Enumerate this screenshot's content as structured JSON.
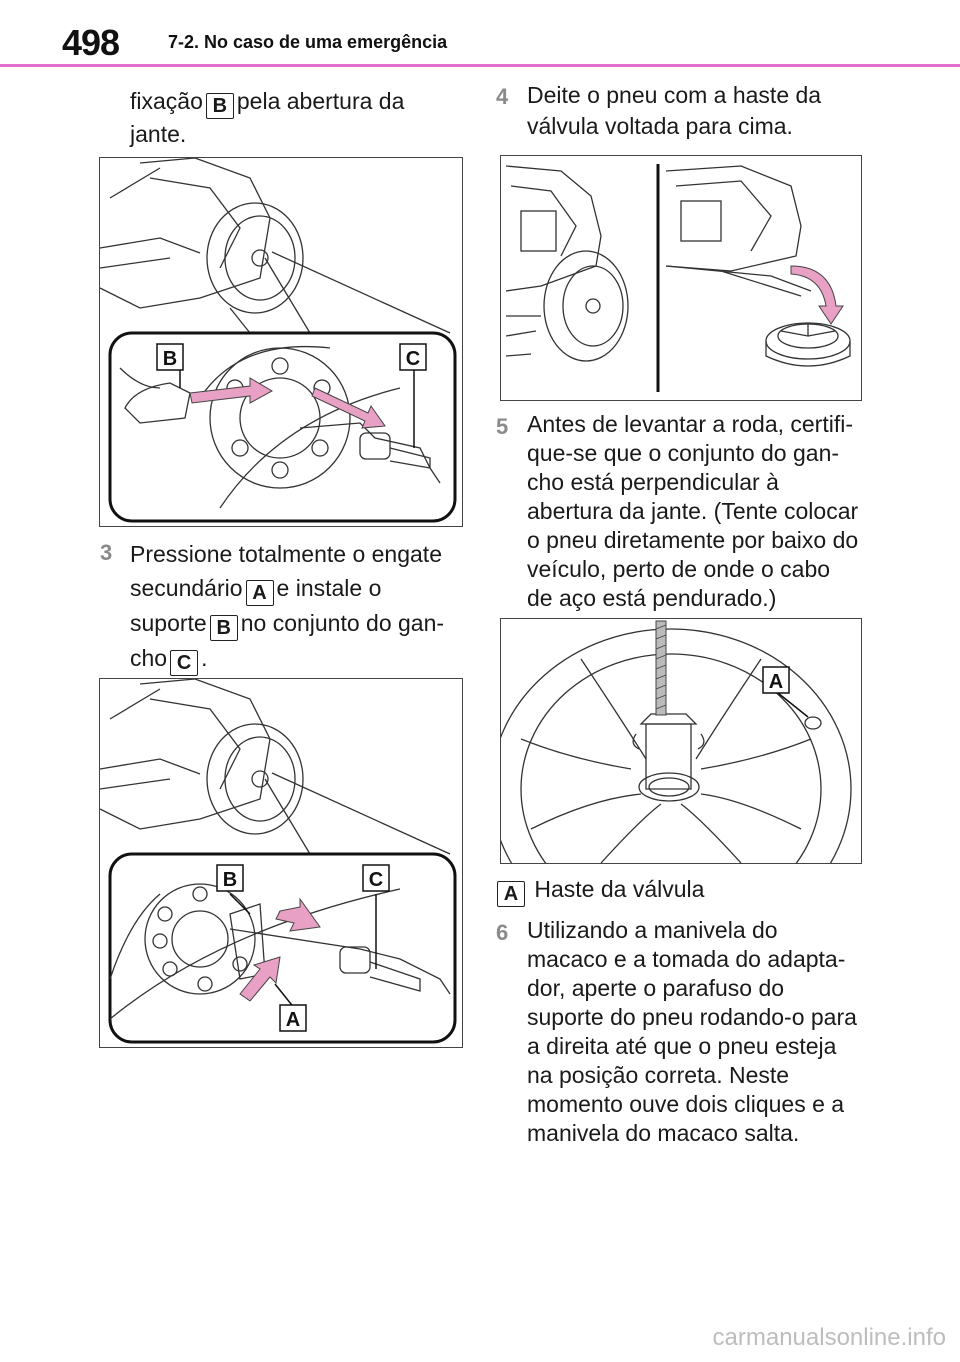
{
  "header": {
    "page_number": "498",
    "section_title": "7-2. No caso de uma emergência",
    "accent_color": "#e46fcf"
  },
  "left": {
    "intro": {
      "text_before": "fixação",
      "badge": "B",
      "text_after": "pela abertura da",
      "line2": "jante."
    },
    "figure1": {
      "label_b": "B",
      "label_c": "C"
    },
    "step3": {
      "number": "3",
      "line1": "Pressione totalmente o engate",
      "line2_before": "secundário",
      "line2_badge": "A",
      "line2_after": "e instale o",
      "line3_before": "suporte",
      "line3_badge": "B",
      "line3_after": "no conjunto do gan-",
      "line4_before": "cho",
      "line4_badge": "C",
      "line4_after": "."
    },
    "figure2": {
      "label_a": "A",
      "label_b": "B",
      "label_c": "C"
    }
  },
  "right": {
    "step4": {
      "number": "4",
      "line1": "Deite o pneu com a haste da",
      "line2": "válvula voltada para cima."
    },
    "step5": {
      "number": "5",
      "lines": [
        "Antes de levantar a roda, certifi-",
        "que-se que o conjunto do gan-",
        "cho está perpendicular à",
        "abertura da jante. (Tente colocar",
        "o pneu diretamente por baixo do",
        "veículo, perto de onde o cabo",
        "de aço está pendurado.)"
      ]
    },
    "figure4": {
      "label_a": "A"
    },
    "legend": {
      "badge": "A",
      "text": "Haste da válvula"
    },
    "step6": {
      "number": "6",
      "lines": [
        "Utilizando a manivela do",
        "macaco e a tomada do adapta-",
        "dor, aperte o parafuso do",
        "suporte do pneu rodando-o para",
        "a direita até que o pneu esteja",
        "na posição correta. Neste",
        "momento ouve dois cliques e a",
        "manivela do macaco salta."
      ]
    }
  },
  "watermark": "carmanualsonline.info",
  "arrow_color": "#e8a0c4"
}
